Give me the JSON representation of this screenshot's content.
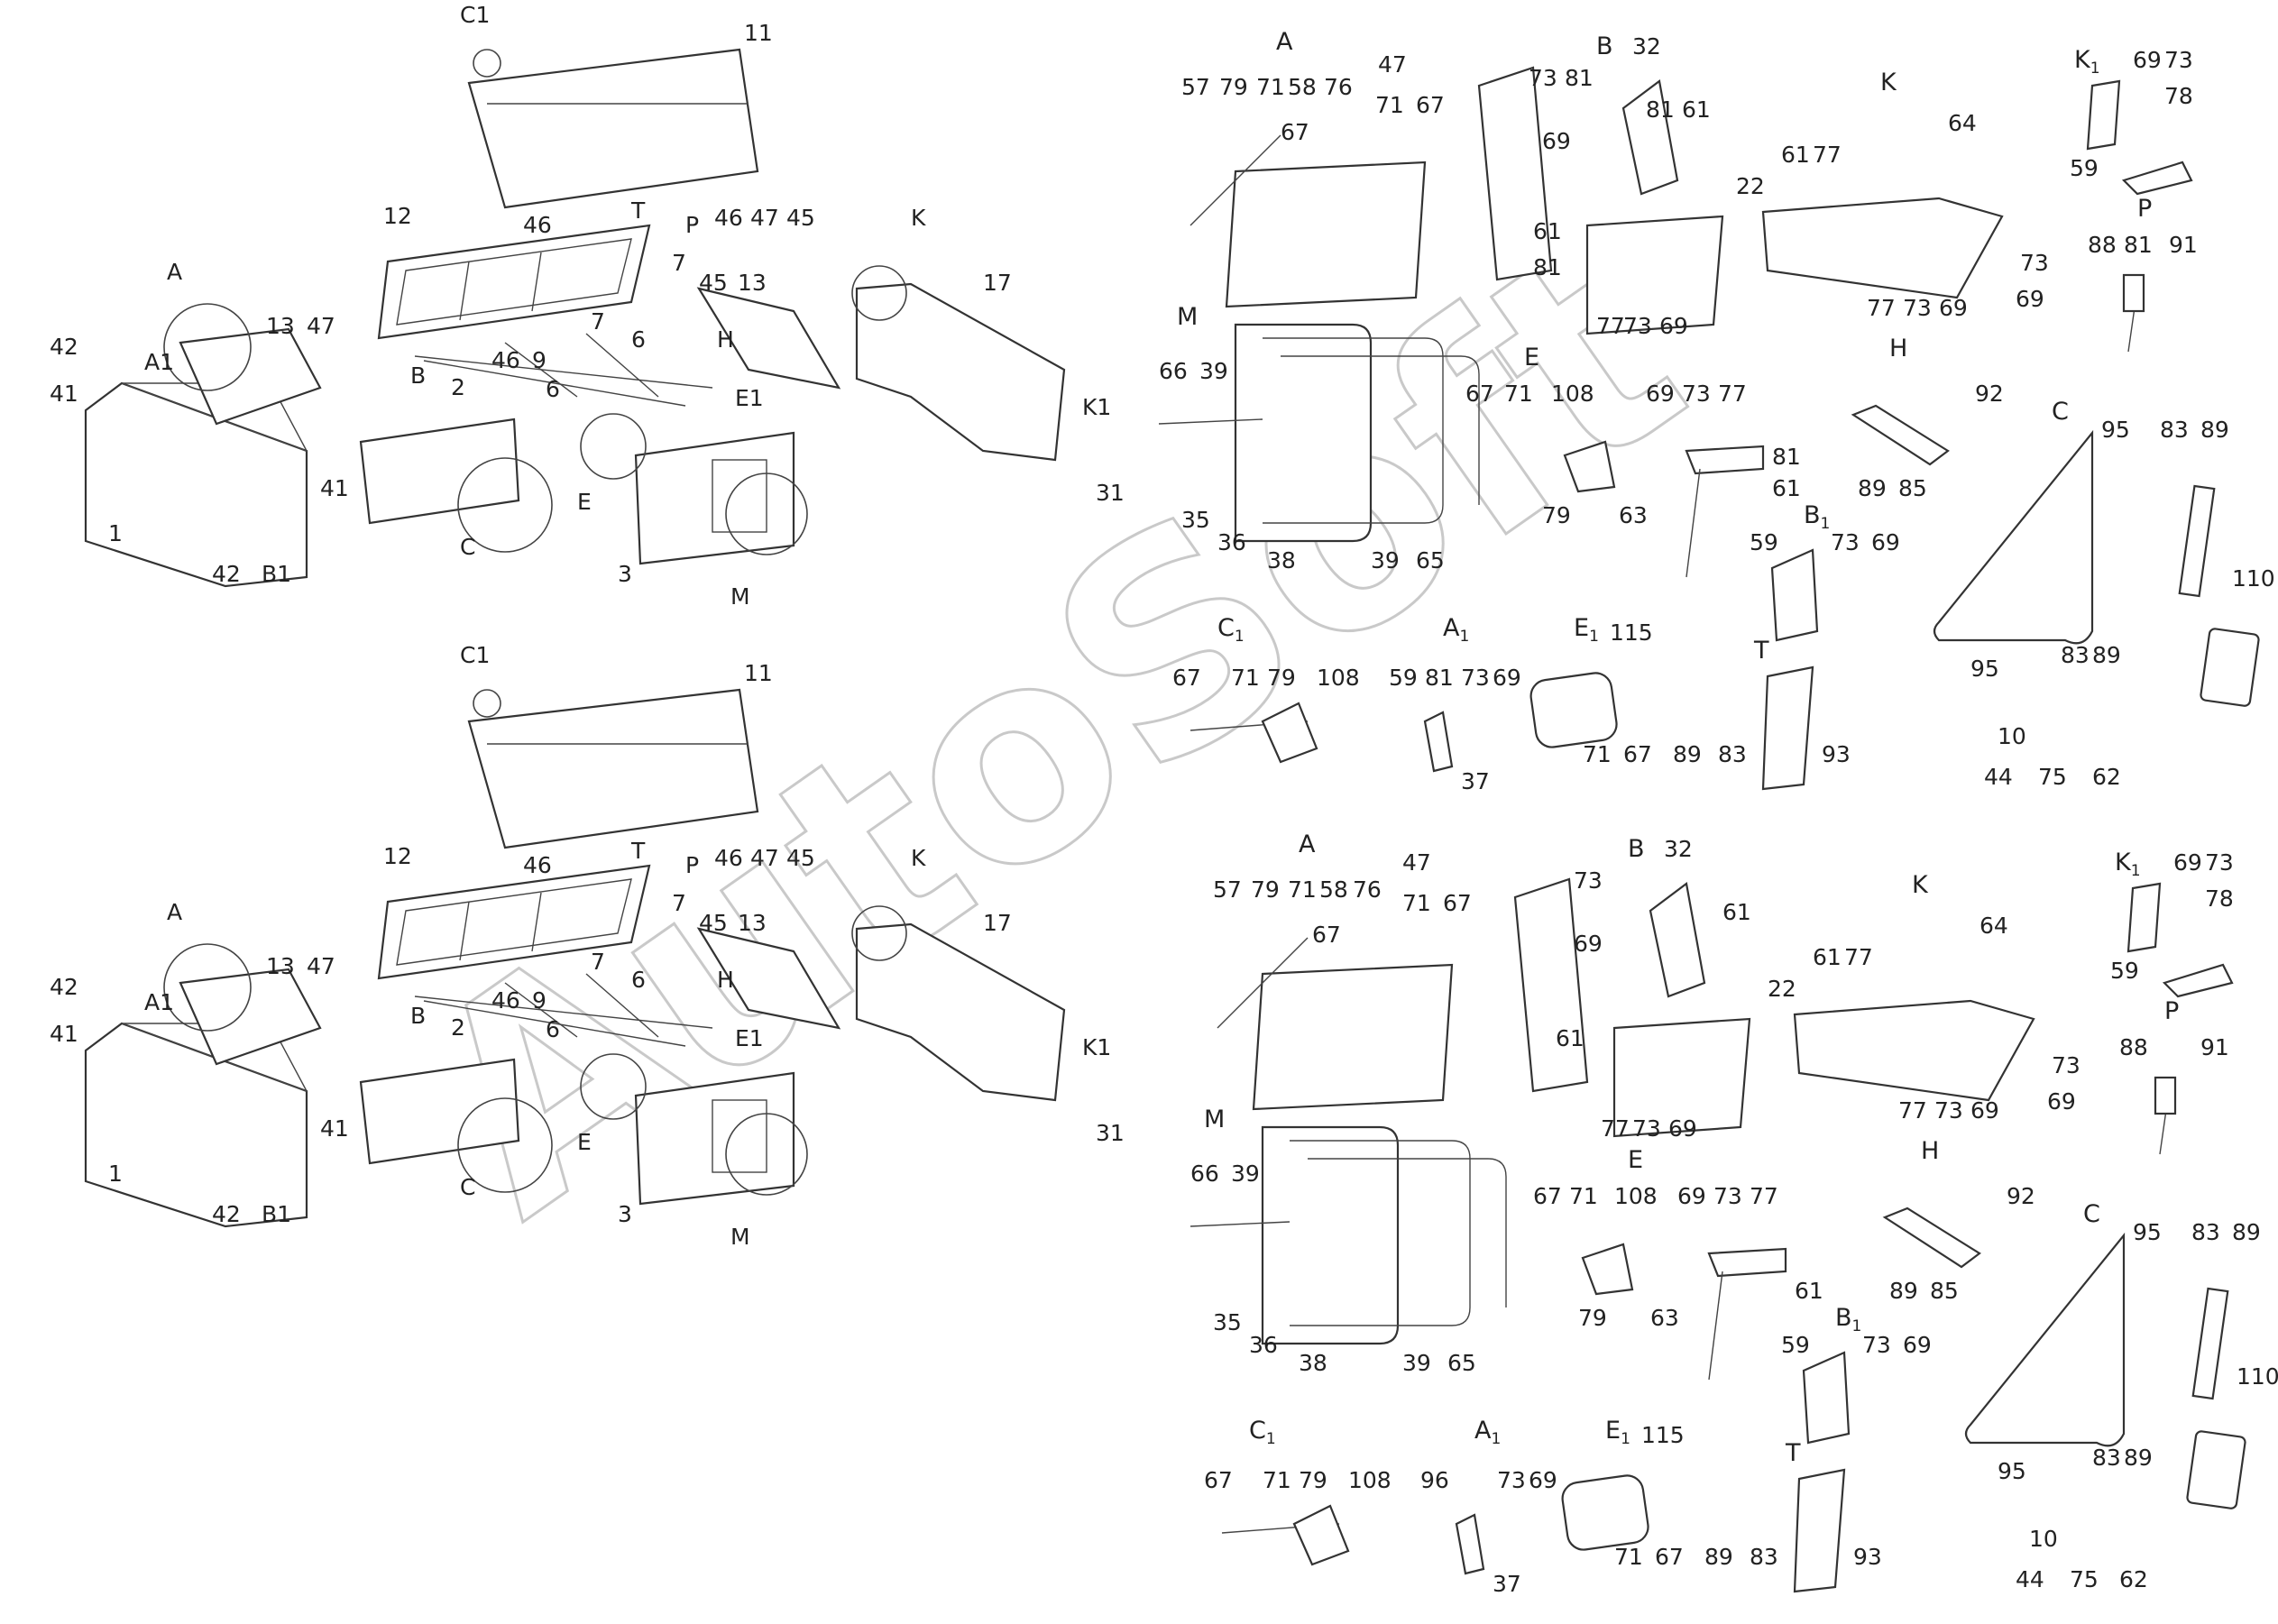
{
  "watermark": "AutoSoft",
  "sheets": {
    "upper": {
      "assembly_labels": [
        "C1",
        "11",
        "46",
        "12",
        "T",
        "P",
        "46",
        "47",
        "45",
        "K",
        "A",
        "A1",
        "13",
        "47",
        "B",
        "2",
        "46",
        "9",
        "7",
        "6",
        "7",
        "6",
        "H",
        "45",
        "13",
        "17",
        "42",
        "41",
        "1",
        "41",
        "42",
        "B1",
        "C",
        "E",
        "E1",
        "3",
        "M",
        "K1",
        "31"
      ],
      "details": {
        "A": [
          "57",
          "79",
          "71",
          "58",
          "76",
          "47",
          "71",
          "67",
          "67"
        ],
        "B": [
          "32",
          "73",
          "81",
          "69",
          "81",
          "61",
          "61",
          "81",
          "77",
          "73",
          "69"
        ],
        "K": [
          "61",
          "77",
          "22",
          "64",
          "77",
          "73",
          "69",
          "73",
          "69"
        ],
        "K1": [
          "69",
          "73",
          "78",
          "59"
        ],
        "P": [
          "88",
          "81",
          "91"
        ],
        "M": [
          "66",
          "39",
          "35",
          "36",
          "38",
          "39",
          "65"
        ],
        "E": [
          "67",
          "71",
          "108",
          "69",
          "73",
          "77",
          "79",
          "63",
          "81",
          "61"
        ],
        "H": [
          "92",
          "89",
          "85"
        ],
        "B1": [
          "59",
          "73",
          "69"
        ],
        "C": [
          "95",
          "83",
          "89",
          "110",
          "95",
          "83",
          "89",
          "10",
          "44",
          "75",
          "62"
        ],
        "C1": [
          "67",
          "71",
          "79",
          "108"
        ],
        "A1": [
          "59",
          "81",
          "73",
          "69",
          "37"
        ],
        "E1": [
          "115",
          "71",
          "67"
        ],
        "T": [
          "89",
          "83",
          "93"
        ]
      }
    },
    "lower": {
      "assembly_labels": [
        "C1",
        "11",
        "46",
        "12",
        "T",
        "P",
        "46",
        "47",
        "45",
        "K",
        "A",
        "A1",
        "13",
        "47",
        "B",
        "2",
        "46",
        "9",
        "7",
        "6",
        "7",
        "6",
        "H",
        "45",
        "13",
        "17",
        "42",
        "41",
        "1",
        "41",
        "42",
        "B1",
        "C",
        "E",
        "E1",
        "3",
        "M",
        "K1",
        "31"
      ],
      "details": {
        "A": [
          "57",
          "79",
          "71",
          "58",
          "76",
          "47",
          "71",
          "67",
          "67"
        ],
        "B": [
          "32",
          "73",
          "69",
          "61",
          "61",
          "77",
          "73",
          "69"
        ],
        "K": [
          "61",
          "77",
          "22",
          "64",
          "77",
          "73",
          "69",
          "73",
          "69"
        ],
        "K1": [
          "69",
          "73",
          "78",
          "59"
        ],
        "P": [
          "88",
          "91"
        ],
        "M": [
          "66",
          "39",
          "35",
          "36",
          "38",
          "39",
          "65"
        ],
        "E": [
          "67",
          "71",
          "108",
          "69",
          "73",
          "77",
          "79",
          "63",
          "61"
        ],
        "H": [
          "92",
          "89",
          "85"
        ],
        "B1": [
          "59",
          "73",
          "69"
        ],
        "C": [
          "95",
          "83",
          "89",
          "110",
          "95",
          "83",
          "89",
          "10",
          "44",
          "75",
          "62"
        ],
        "C1": [
          "67",
          "71",
          "79",
          "108"
        ],
        "A1": [
          "96",
          "73",
          "69",
          "37"
        ],
        "E1": [
          "115",
          "71",
          "67"
        ],
        "T": [
          "89",
          "83",
          "93"
        ]
      }
    }
  }
}
